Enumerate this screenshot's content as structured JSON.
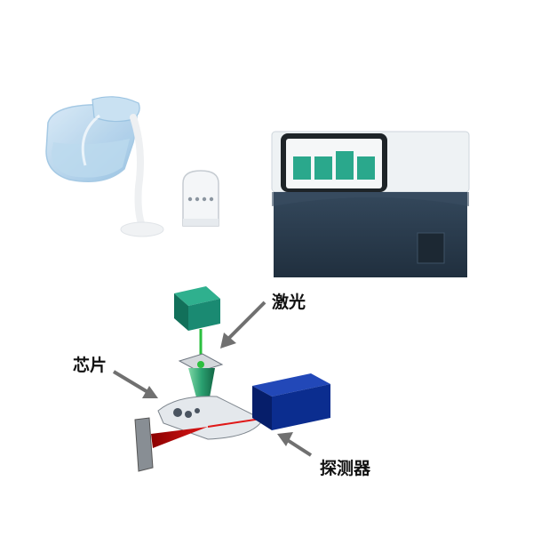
{
  "labels": {
    "laser": "激光",
    "chip": "芯片",
    "detector": "探测器"
  },
  "colors": {
    "laser_module": "#1a8a72",
    "laser_beam": "#2bbf3f",
    "excitation_cone": "#2aa070",
    "detector_module": "#0b2d8f",
    "detection_beam": "#cc1010",
    "instrument_body": "#27384a",
    "instrument_top": "#eef2f4",
    "screen_tiles": "#2aa88c",
    "jug": "#a9cde8",
    "arrow": "#707070"
  },
  "icons": {
    "jug": "measuring-jug-pouring-liquid-icon",
    "chip_card": "microfluidic-chip-icon",
    "instrument": "analyzer-instrument-icon"
  }
}
